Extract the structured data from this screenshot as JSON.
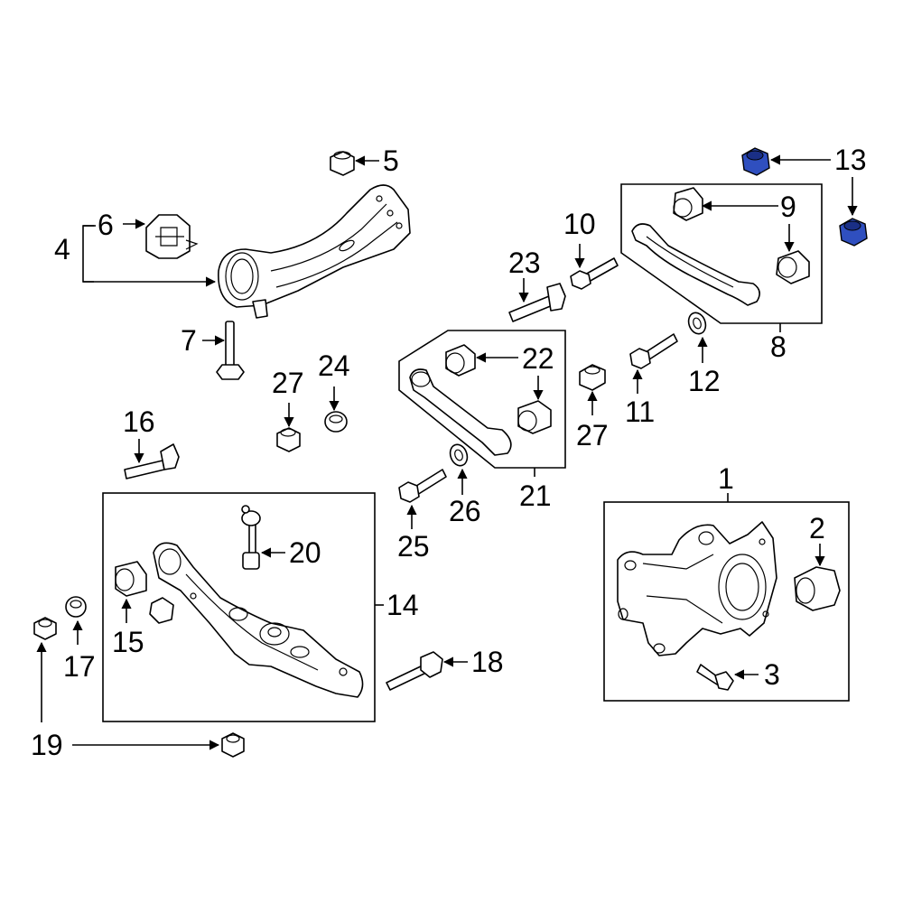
{
  "callouts": {
    "c1": "1",
    "c2": "2",
    "c3": "3",
    "c4": "4",
    "c5": "5",
    "c6": "6",
    "c7": "7",
    "c8": "8",
    "c9": "9",
    "c10": "10",
    "c11": "11",
    "c12": "12",
    "c13": "13",
    "c14": "14",
    "c15": "15",
    "c16": "16",
    "c17": "17",
    "c18": "18",
    "c19": "19",
    "c20": "20",
    "c21": "21",
    "c22": "22",
    "c23": "23",
    "c24": "24",
    "c25": "25",
    "c26": "26",
    "c27a": "27",
    "c27b": "27"
  },
  "colors": {
    "highlight": "#2f4fbf",
    "line": "#000000",
    "background": "#ffffff"
  },
  "highlighted_part": "13"
}
